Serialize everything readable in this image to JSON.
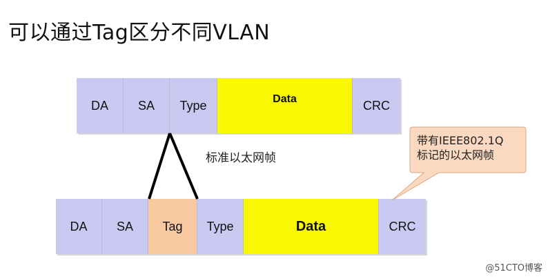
{
  "title": "可以通过Tag区分不同VLAN",
  "standard_frame": {
    "caption": "标准以太网帧",
    "fields": [
      {
        "label": "DA"
      },
      {
        "label": "SA"
      },
      {
        "label": "Type"
      },
      {
        "label": "Data"
      },
      {
        "label": "CRC"
      }
    ]
  },
  "tagged_frame": {
    "fields": [
      {
        "label": "DA"
      },
      {
        "label": "SA"
      },
      {
        "label": "Tag"
      },
      {
        "label": "Type"
      },
      {
        "label": "Data"
      },
      {
        "label": "CRC"
      }
    ]
  },
  "callout": {
    "line1": "带有IEEE802.1Q",
    "line2": "标记的以太网帧"
  },
  "watermark": "@51CTO博客",
  "colors": {
    "header_field": "#c9c9f2",
    "data_field": "#f8f800",
    "tag_field": "#f8c8a0",
    "callout_fill": "#fbd9c0"
  }
}
